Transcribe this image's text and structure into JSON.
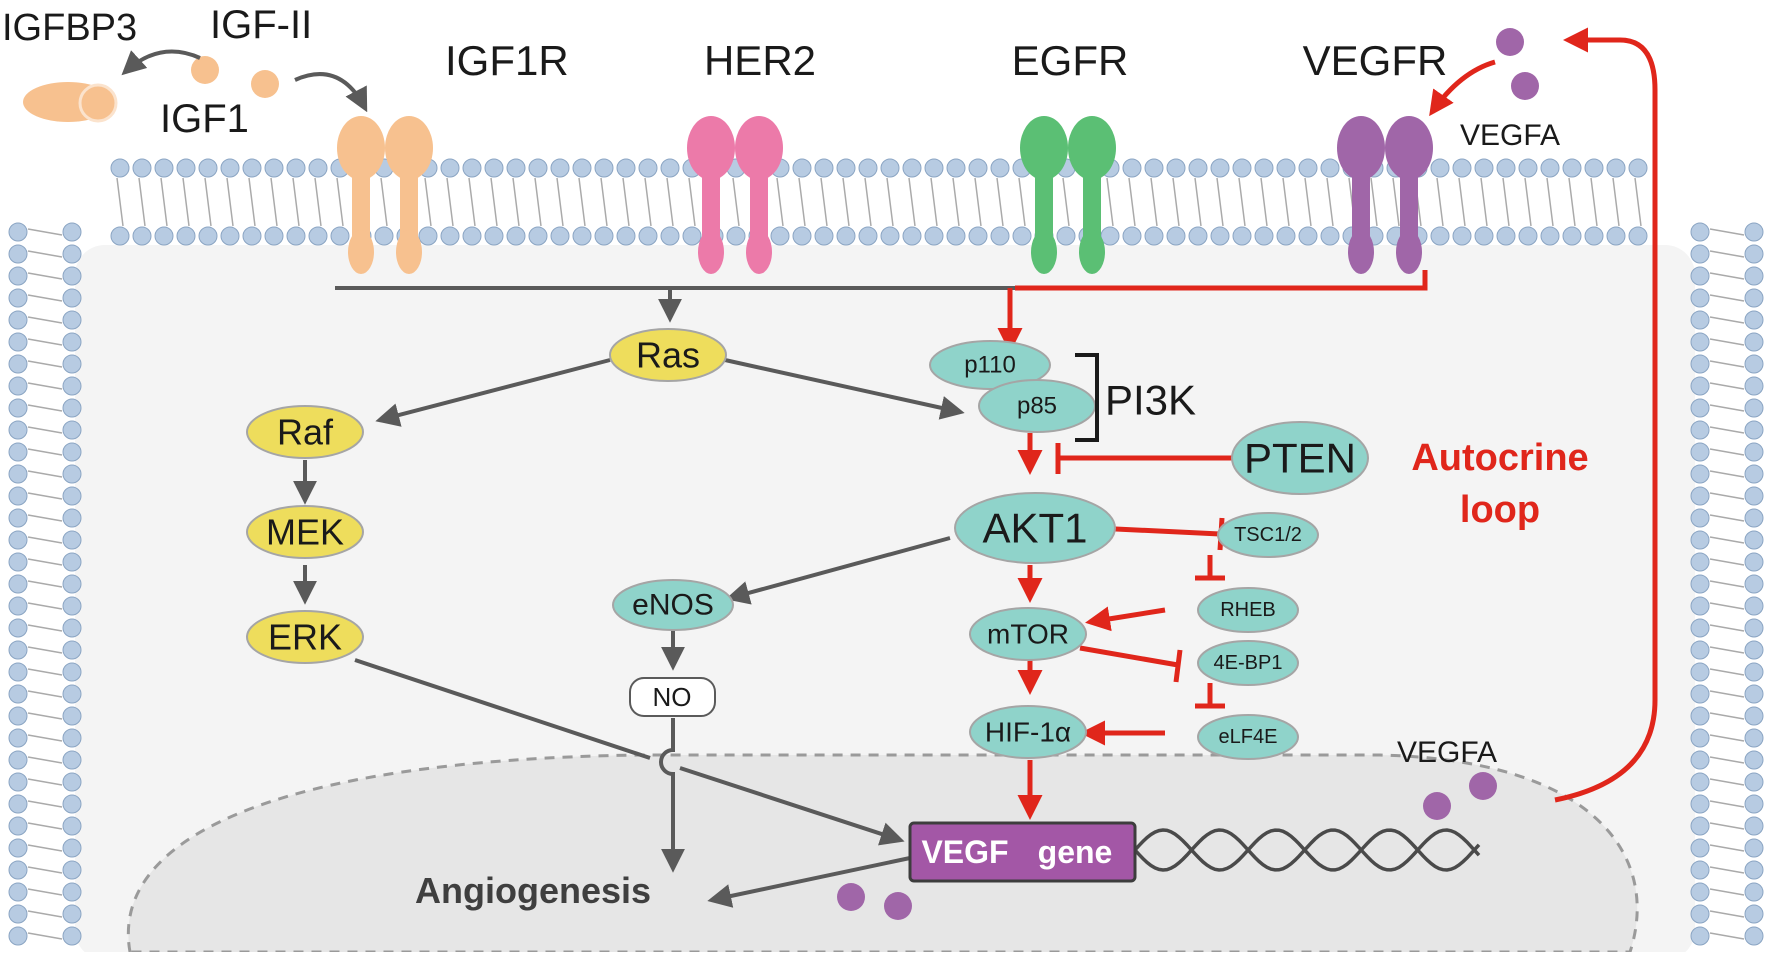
{
  "ligands": {
    "igfbp3": "IGFBP3",
    "igf2": "IGF-II",
    "igf1": "IGF1",
    "vegfa_top": "VEGFA",
    "vegfa_nucleus": "VEGFA"
  },
  "receptors": {
    "igf1r": "IGF1R",
    "her2": "HER2",
    "egfr": "EGFR",
    "vegfr": "VEGFR"
  },
  "mapk": {
    "ras": "Ras",
    "raf": "Raf",
    "mek": "MEK",
    "erk": "ERK"
  },
  "pi3k": {
    "p110": "p110",
    "p85": "p85",
    "label": "PI3K",
    "pten": "PTEN",
    "akt1": "AKT1",
    "tsc": "TSC1/2",
    "rheb": "RHEB",
    "mtor": "mTOR",
    "ebp1": "4E-BP1",
    "hif": "HIF-1α",
    "elf4e": "eLF4E"
  },
  "nos": {
    "enos": "eNOS",
    "no": "NO"
  },
  "outputs": {
    "vegf_gene_a": "VEGF",
    "vegf_gene_b": "gene",
    "angiogenesis": "Angiogenesis",
    "autocrine_1": "Autocrine",
    "autocrine_2": "loop"
  },
  "colors": {
    "igf": "#f7c18f",
    "her2": "#ec7aa9",
    "egfr": "#5bbf74",
    "vegfr": "#a066a8",
    "yellow_node": "#eedd5c",
    "teal_node": "#8fd3ca",
    "red_path": "#e0261b",
    "grey_path": "#5a5a5a",
    "membrane_bead": "#b7cbe2",
    "vegf_gene_box": "#a357a6"
  }
}
